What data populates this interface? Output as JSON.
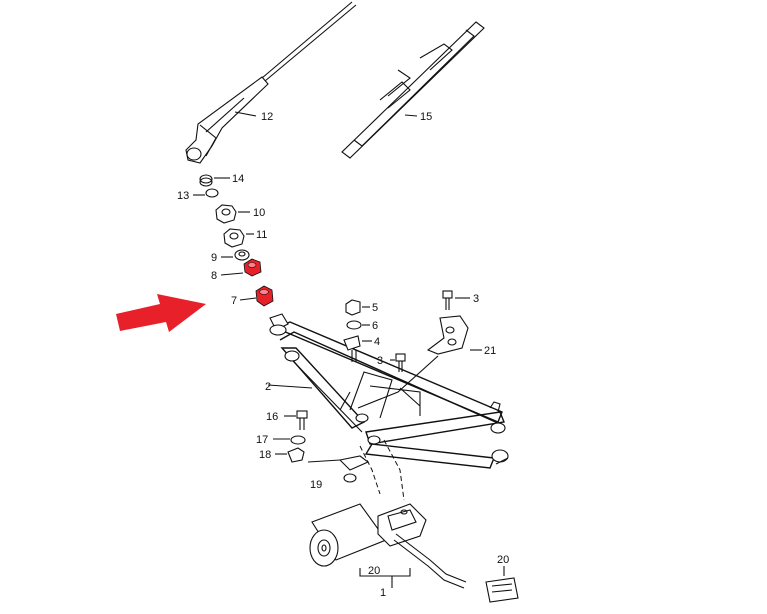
{
  "labels": {
    "l1": "1",
    "l2": "2",
    "l3a": "3",
    "l3b": "3",
    "l4": "4",
    "l5": "5",
    "l6": "6",
    "l7": "7",
    "l8": "8",
    "l9": "9",
    "l10": "10",
    "l11": "11",
    "l12": "12",
    "l13": "13",
    "l14": "14",
    "l15": "15",
    "l16": "16",
    "l17": "17",
    "l18": "18",
    "l19": "19",
    "l20a": "20",
    "l20b": "20",
    "l21": "21"
  },
  "colors": {
    "highlight": "#e8202a",
    "arrow": "#e8202a",
    "line": "#111111"
  },
  "highlighted_parts": [
    "7",
    "8"
  ]
}
